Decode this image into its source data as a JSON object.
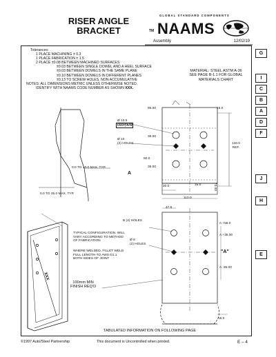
{
  "title": {
    "line1": "RISER ANGLE",
    "line2": "BRACKET"
  },
  "brand": {
    "tagline": "GLOBAL STANDARD COMPONENTS",
    "name": "NAAMS",
    "tm": "TM"
  },
  "header": {
    "category": "Assembly",
    "date": "12/02/19"
  },
  "tolerances": {
    "heading": "Tolerances:",
    "lines": [
      "1 PLACE  MACHINING ± 0.3",
      "1 PLACE  FABRICATION ± 1.5",
      "2 PLACE  ±0.08 BETWEEN MACHINED SURFACES",
      "±0.03 BETWEEN SINGLE DOWEL AND A HEEL SURFACE",
      "±0.03 BETWEEN DOWELS IN THE SAME PLANE",
      "±0.10 BETWEEN DOWELS IN DIFFERENT PLANES",
      "±0.13 TO SCREW HOLES, NON ACCUMULATIVE"
    ],
    "notes1": "NOTES: ALL DIMENSIONS METRIC UNLESS OTHERWISE NOTED.",
    "notes2": "IDENTIFY WITH NAAMS CODE NUMBER AS SHOWN",
    "code": "XXX."
  },
  "material": {
    "line1": "MATERIAL: STEEL ASTM A-36",
    "line2": "SEE PAGE B-1.1 FOR GLOBAL",
    "line3": "MATERIALS CHART"
  },
  "tabs": [
    "G",
    "I",
    "C",
    "B",
    "A",
    "D",
    "F",
    "J",
    "H",
    "E"
  ],
  "dims": {
    "fcf_val": "0.03",
    "fcf_ref": "A S",
    "d85": "85.00",
    "d16": "16.0",
    "hole13": "Ø 13.5",
    "holes4": "(4) HOLES",
    "hole10": "Ø 10",
    "holes2": "(2) HOLES",
    "d140": "140.0",
    "ref": "REF.",
    "d50": "50.0",
    "d35a": "35.00",
    "d35b": "35.00",
    "labelA": "A",
    "gap1": "0.0 TO 10.0 MAX. TYP.",
    "gap2": "0.0 TO 25.0 MAX. TYP.",
    "d20": "20.0",
    "d15": "15.0",
    "d70": "70.00",
    "d110": "110.0",
    "d475": "47.5",
    "holesB": "B (4) HOLES",
    "hole8": "Ø 8",
    "holes2b": "(2) HOLES",
    "a55": "A +55.0",
    "a35p": "A +35.00",
    "aref": "\"A\"",
    "a35m": "A -35.00",
    "d15b": "15.0"
  },
  "notes": {
    "typ1": "TYPICAL CONFIGURATION. WILL",
    "typ2": "VARY ACCORDING TO METHOD",
    "typ3": "OF FABRICATION",
    "weld1": "WHERE WELDED, FILLET WELD",
    "weld2": "FULL LENGTH TO AWS D1.1",
    "weld3": "BOTH SIDES OF JOINT",
    "finish1": "100mm MIN",
    "finish2": "FINISH REQ'D",
    "code": "XXX",
    "tabulated": "TABULATED INFORMATION ON FOLLOWING PAGE"
  },
  "footer": {
    "copyright": "©1997 Auto/Steel Partnership",
    "notice": "This document is Uncontrolled when printed.",
    "page": "E – 4"
  }
}
